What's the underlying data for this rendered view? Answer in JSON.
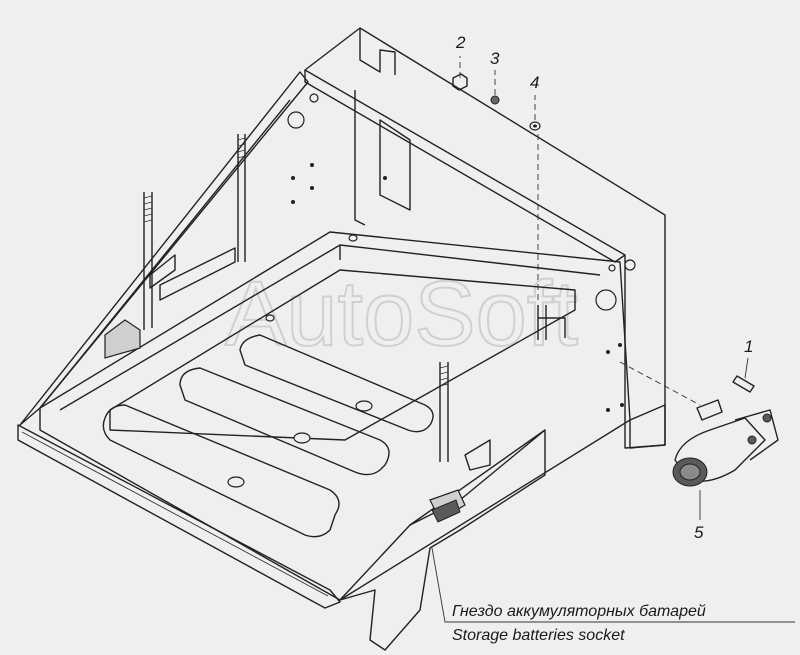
{
  "watermark": "AutoSoft",
  "callouts": [
    {
      "id": "c1",
      "label": "1"
    },
    {
      "id": "c2",
      "label": "2"
    },
    {
      "id": "c3",
      "label": "3"
    },
    {
      "id": "c4",
      "label": "4"
    },
    {
      "id": "c5",
      "label": "5"
    }
  ],
  "caption": {
    "ru": "Гнездо аккумуляторных батарей",
    "en": "Storage batteries socket"
  }
}
